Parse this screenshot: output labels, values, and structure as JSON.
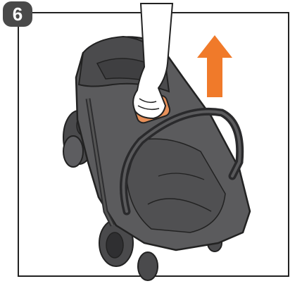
{
  "step": {
    "number": "6"
  },
  "illustration": {
    "subject": "stroller-fold-lift",
    "arrow_direction": "up",
    "colors": {
      "arrow": "#f07a2a",
      "hand_grip": "#e8915a",
      "body": "#5b5b5d",
      "body_dark": "#3f3f41",
      "frame_border": "#222222",
      "badge": "#4a4a4a"
    }
  }
}
